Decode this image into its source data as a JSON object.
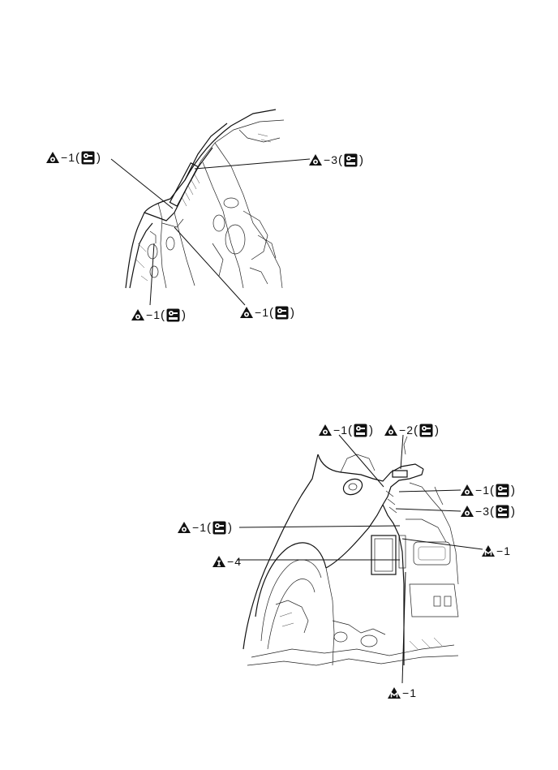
{
  "figure_top": {
    "callouts": [
      {
        "symbol": "O",
        "code": "1",
        "tool": "sealer-gun-icon"
      },
      {
        "symbol": "O",
        "code": "3",
        "tool": "sealer-gun-icon"
      },
      {
        "symbol": "O",
        "code": "1",
        "tool": "sealer-gun-icon"
      },
      {
        "symbol": "O",
        "code": "1",
        "tool": "sealer-gun-icon"
      }
    ]
  },
  "figure_bottom": {
    "callouts": [
      {
        "symbol": "O",
        "code": "1",
        "tool": "sealer-gun-icon"
      },
      {
        "symbol": "O",
        "code": "2",
        "tool": "sealer-gun-icon"
      },
      {
        "symbol": "O",
        "code": "1",
        "tool": "sealer-gun-icon"
      },
      {
        "symbol": "O",
        "code": "3",
        "tool": "sealer-gun-icon"
      },
      {
        "symbol": "O",
        "code": "1",
        "tool": "sealer-gun-icon"
      },
      {
        "symbol": "M",
        "code": "1",
        "tool": ""
      },
      {
        "symbol": "I",
        "code": "4",
        "tool": ""
      },
      {
        "symbol": "M",
        "code": "1",
        "tool": ""
      }
    ]
  },
  "dash": "−",
  "paren_open": "(",
  "paren_close": ")"
}
